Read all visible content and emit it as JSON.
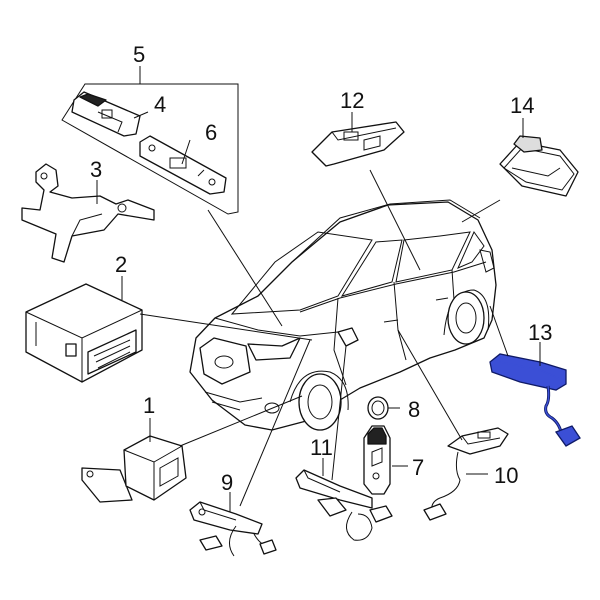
{
  "callouts": {
    "n1": "1",
    "n2": "2",
    "n3": "3",
    "n4": "4",
    "n5": "5",
    "n6": "6",
    "n7": "7",
    "n8": "8",
    "n9": "9",
    "n10": "10",
    "n11": "11",
    "n12": "12",
    "n13": "13",
    "n14": "14"
  },
  "colors": {
    "highlight": "#3b4fd6",
    "highlight_outline": "#0f1a66",
    "line": "#111111"
  },
  "highlighted_part": "13"
}
